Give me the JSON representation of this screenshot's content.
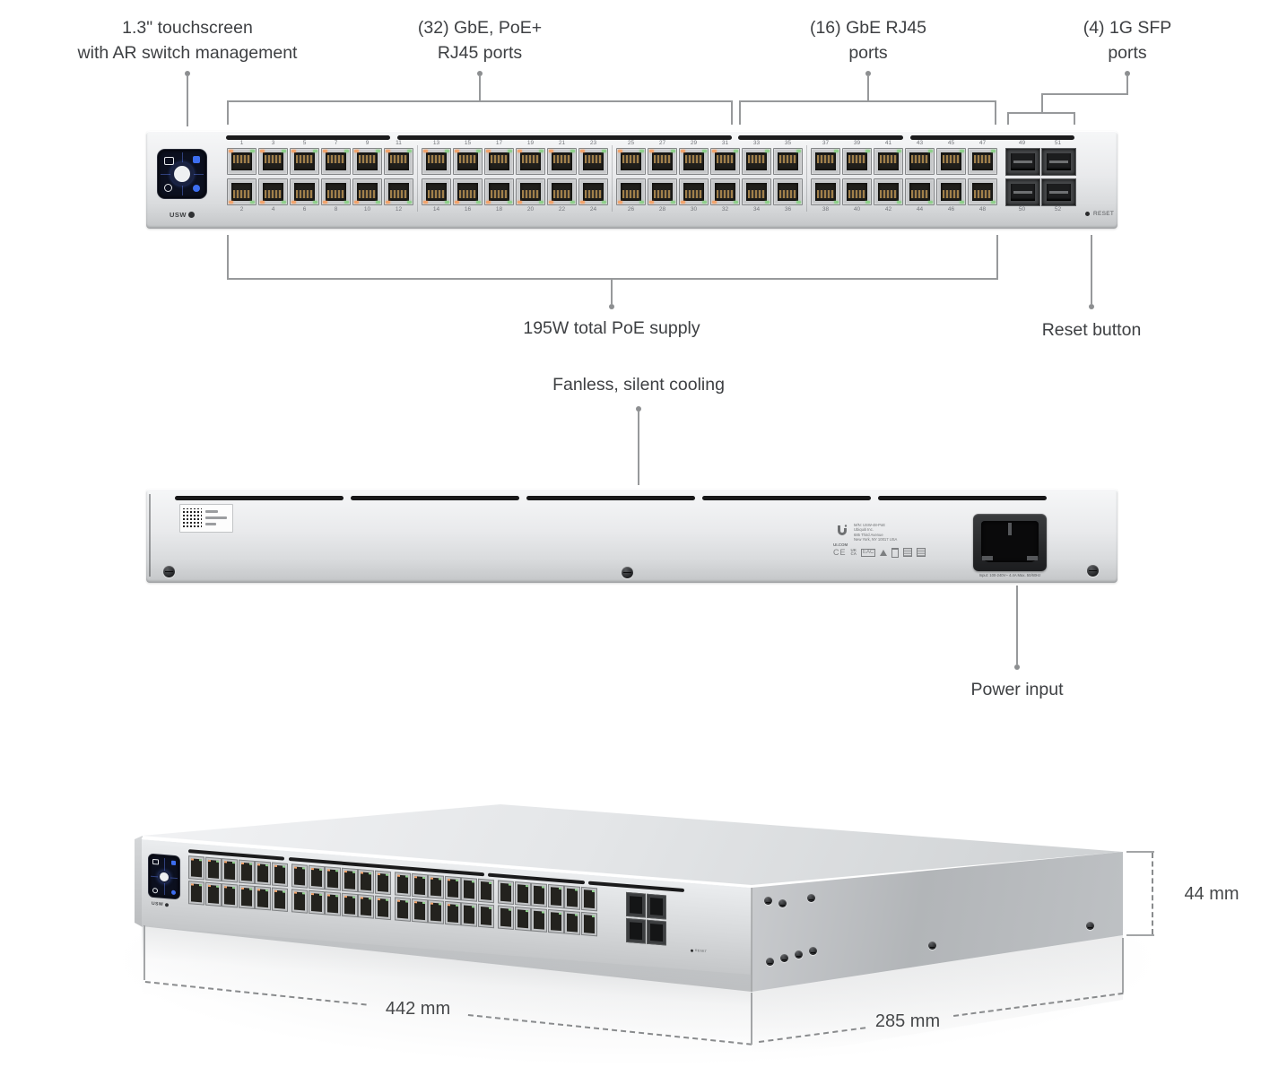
{
  "callouts": {
    "touchscreen": {
      "line1": "1.3\" touchscreen",
      "line2": "with AR switch management"
    },
    "poe_ports": {
      "line1": "(32) GbE, PoE+",
      "line2": "RJ45 ports"
    },
    "rj45_ports": {
      "line1": "(16) GbE RJ45",
      "line2": "ports"
    },
    "sfp_ports": {
      "line1": "(4) 1G SFP",
      "line2": "ports"
    },
    "poe_supply": "195W total PoE supply",
    "reset_button": "Reset button",
    "fanless": "Fanless, silent cooling",
    "power_input": "Power input"
  },
  "dimensions": {
    "width": "442 mm",
    "depth": "285 mm",
    "height": "44 mm"
  },
  "front_panel": {
    "brand": "USW",
    "reset_label": "RESET",
    "port_numbers_top": [
      1,
      3,
      5,
      7,
      9,
      11,
      13,
      15,
      17,
      19,
      21,
      23,
      25,
      27,
      29,
      31,
      33,
      35,
      37,
      39,
      41,
      43,
      45,
      47
    ],
    "port_numbers_bottom": [
      2,
      4,
      6,
      8,
      10,
      12,
      14,
      16,
      18,
      20,
      22,
      24,
      26,
      28,
      30,
      32,
      34,
      36,
      38,
      40,
      42,
      44,
      46,
      48
    ],
    "sfp_numbers_top": [
      49,
      51
    ],
    "sfp_numbers_bottom": [
      50,
      52
    ],
    "poe_port_count": 32,
    "rj45_port_count": 16,
    "sfp_port_count": 4
  },
  "back_panel": {
    "mn_line": "M/N: USW-48-PoE",
    "mfr_line1": "Ubiquiti Inc.",
    "mfr_line2": "685 Third Avenue",
    "mfr_line3": "New York, NY 10017 USA",
    "site": "UI.COM",
    "input_rating": "Input: 100-240V~ 4.4A Max. 50/60Hz",
    "regulatory": {
      "ce": "CE",
      "ukca_top": "UK",
      "ukca_bottom": "CA",
      "eac": "EAC"
    }
  },
  "colors": {
    "chassis_light": "#f6f7f8",
    "chassis_dark": "#c3c5c7",
    "led_orange": "#f2a36b",
    "led_green": "#8fd08b",
    "screen_bg": "#0c101f",
    "screen_accent": "#30407c",
    "callout_line": "#97999b",
    "label_text": "#3e4043"
  }
}
